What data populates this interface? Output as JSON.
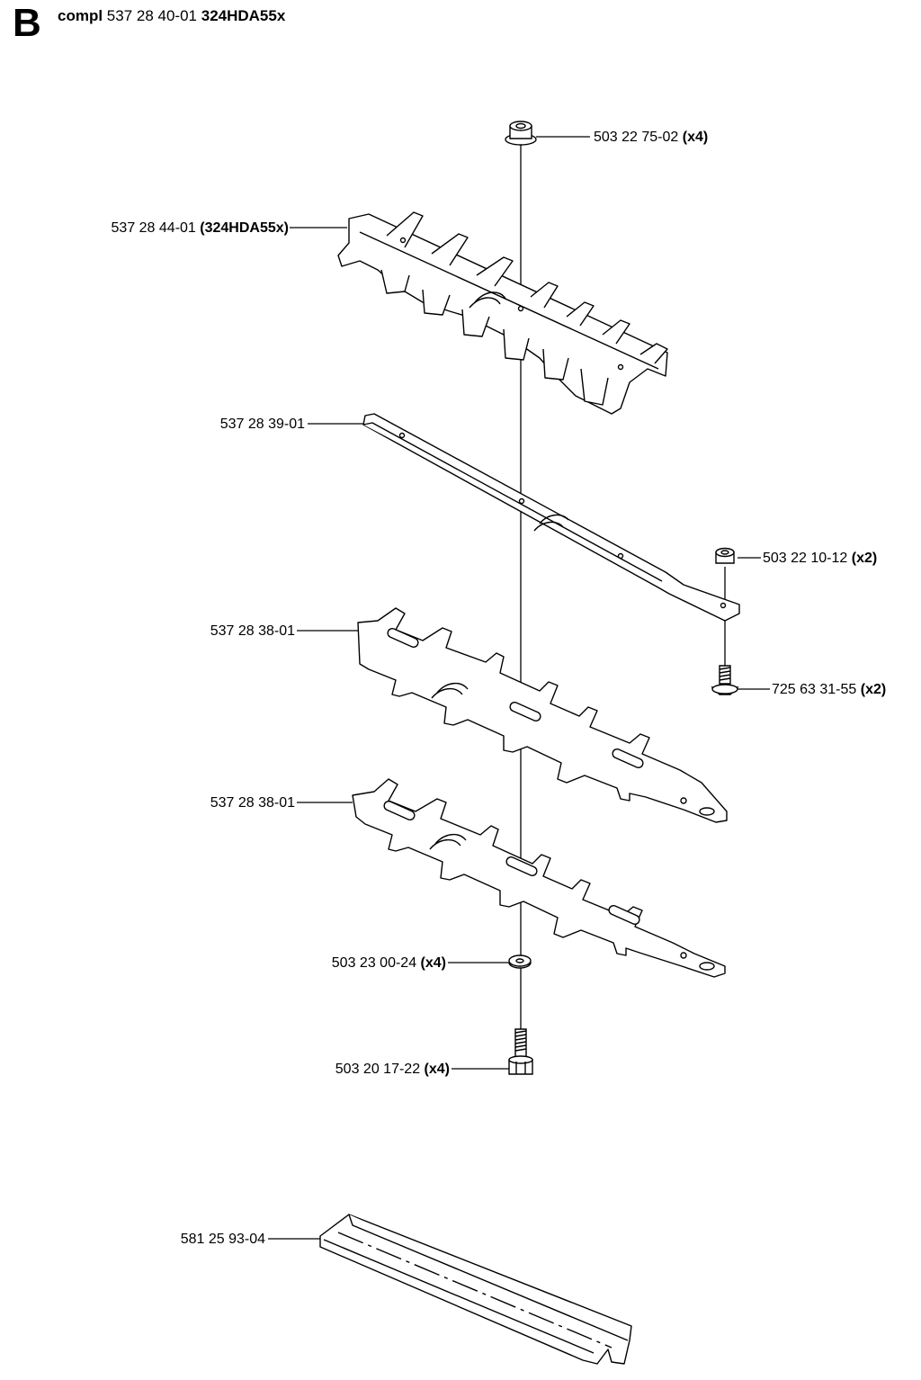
{
  "section": {
    "letter": "B",
    "prefix": "compl",
    "number": "537 28 40-01",
    "model": "324HDA55x"
  },
  "parts": [
    {
      "id": "p1",
      "number": "503 22 75-02",
      "qty": "(x4)"
    },
    {
      "id": "p2",
      "number": "537 28 44-01",
      "qty": "(324HDA55x)"
    },
    {
      "id": "p3",
      "number": "537 28 39-01",
      "qty": ""
    },
    {
      "id": "p4",
      "number": "503 22 10-12",
      "qty": "(x2)"
    },
    {
      "id": "p5",
      "number": "537 28 38-01",
      "qty": ""
    },
    {
      "id": "p6",
      "number": "725 63 31-55",
      "qty": "(x2)"
    },
    {
      "id": "p7",
      "number": "537 28 38-01",
      "qty": ""
    },
    {
      "id": "p8",
      "number": "503 23 00-24",
      "qty": "(x4)"
    },
    {
      "id": "p9",
      "number": "503 20 17-22",
      "qty": "(x4)"
    },
    {
      "id": "p10",
      "number": "581 25 93-04",
      "qty": ""
    }
  ]
}
